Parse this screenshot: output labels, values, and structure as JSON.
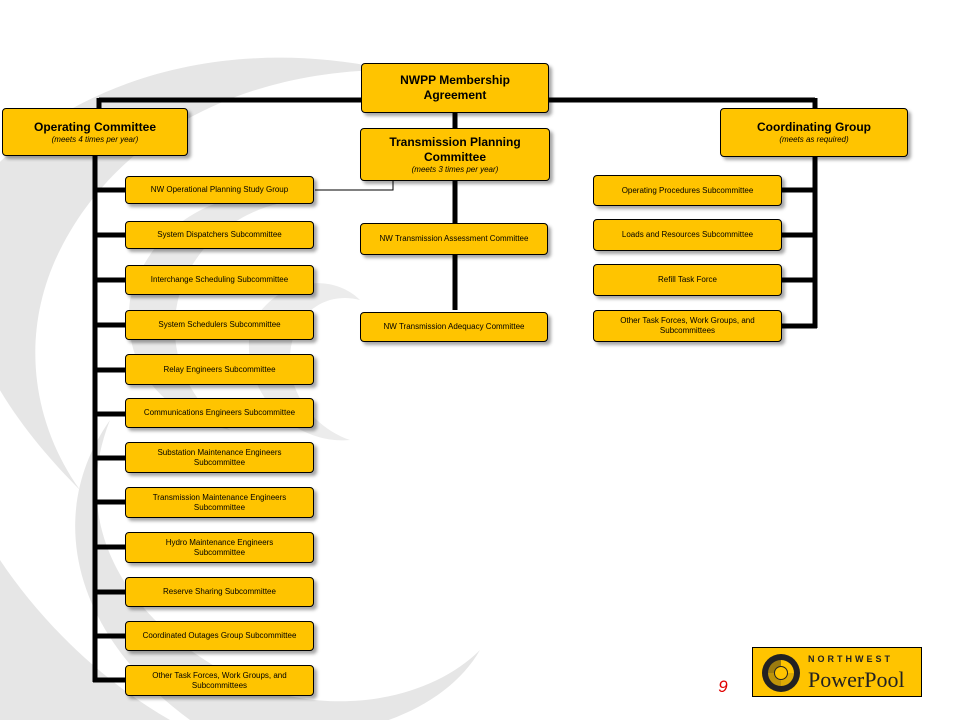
{
  "top": {
    "title": "NWPP Membership Agreement"
  },
  "operating": {
    "title": "Operating Committee",
    "subtitle": "(meets 4 times per year)",
    "items": [
      "NW Operational Planning Study Group",
      "System Dispatchers Subcommittee",
      "Interchange Scheduling Subcommittee",
      "System Schedulers Subcommittee",
      "Relay Engineers Subcommittee",
      "Communications Engineers Subcommittee",
      "Substation Maintenance Engineers Subcommittee",
      "Transmission Maintenance Engineers Subcommittee",
      "Hydro Maintenance Engineers Subcommittee",
      "Reserve Sharing Subcommittee",
      "Coordinated Outages Group Subcommittee",
      "Other Task Forces, Work Groups, and Subcommittees"
    ]
  },
  "transmission": {
    "title": "Transmission Planning Committee",
    "subtitle": "(meets 3 times per year)",
    "items": [
      "NW Transmission Assessment Committee",
      "NW Transmission Adequacy Committee"
    ]
  },
  "coordinating": {
    "title": "Coordinating Group",
    "subtitle": "(meets as required)",
    "items": [
      "Operating Procedures Subcommittee",
      "Loads and Resources Subcommittee",
      "Refill Task Force",
      "Other Task Forces, Work Groups, and Subcommittees"
    ]
  },
  "page_number": "9",
  "logo": {
    "top_text": "NORTHWEST",
    "bottom_text": "PowerPool"
  },
  "colors": {
    "box_fill": "#ffc400",
    "connector": "#000000",
    "page_number": "#e00000",
    "background_swirl": "#e6e6e6"
  }
}
